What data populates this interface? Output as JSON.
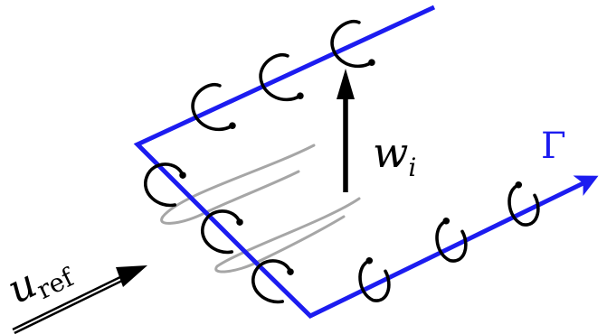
{
  "labels": {
    "freestream_velocity_main": "u",
    "freestream_velocity_sub": "ref",
    "induced_velocity_main": "w",
    "induced_velocity_sub": "i",
    "vortex_line": "Γ"
  },
  "colors": {
    "vortex_line": "#1c1cf0",
    "vortex_symbols": "#000000",
    "wake": "#a6a6a6",
    "arrows": "#000000",
    "gamma_label": "#1c1cf0"
  }
}
